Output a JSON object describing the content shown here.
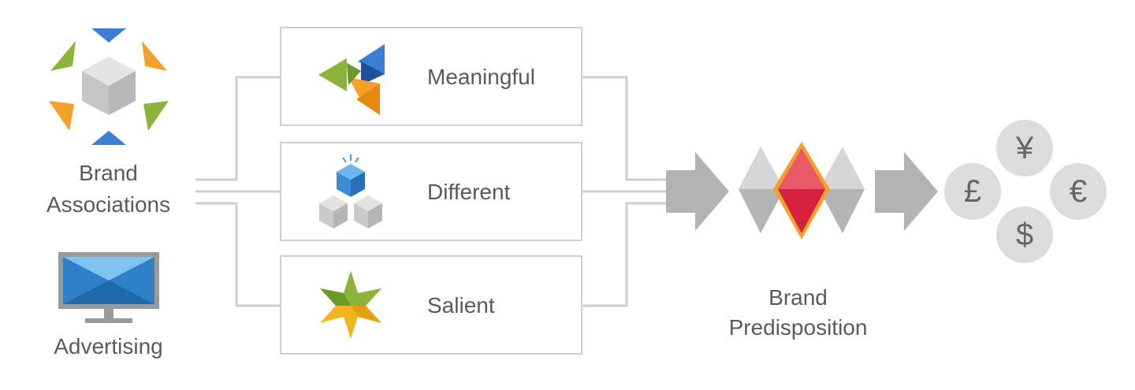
{
  "inputs": {
    "associations_line1": "Brand",
    "associations_line2": "Associations",
    "advertising": "Advertising"
  },
  "boxes": [
    {
      "label": "Meaningful"
    },
    {
      "label": "Different"
    },
    {
      "label": "Salient"
    }
  ],
  "outcome": {
    "line1": "Brand",
    "line2": "Predisposition"
  },
  "currency": {
    "yen": "¥",
    "pound": "£",
    "euro": "€",
    "dollar": "$"
  },
  "colors": {
    "line": "#cfcfcf",
    "arrow": "#b3b3b3",
    "red": "#e03a4c",
    "orange": "#f5a02a",
    "green": "#8db43a",
    "blue": "#3b7fd0",
    "grey": "#c9c9c9"
  }
}
